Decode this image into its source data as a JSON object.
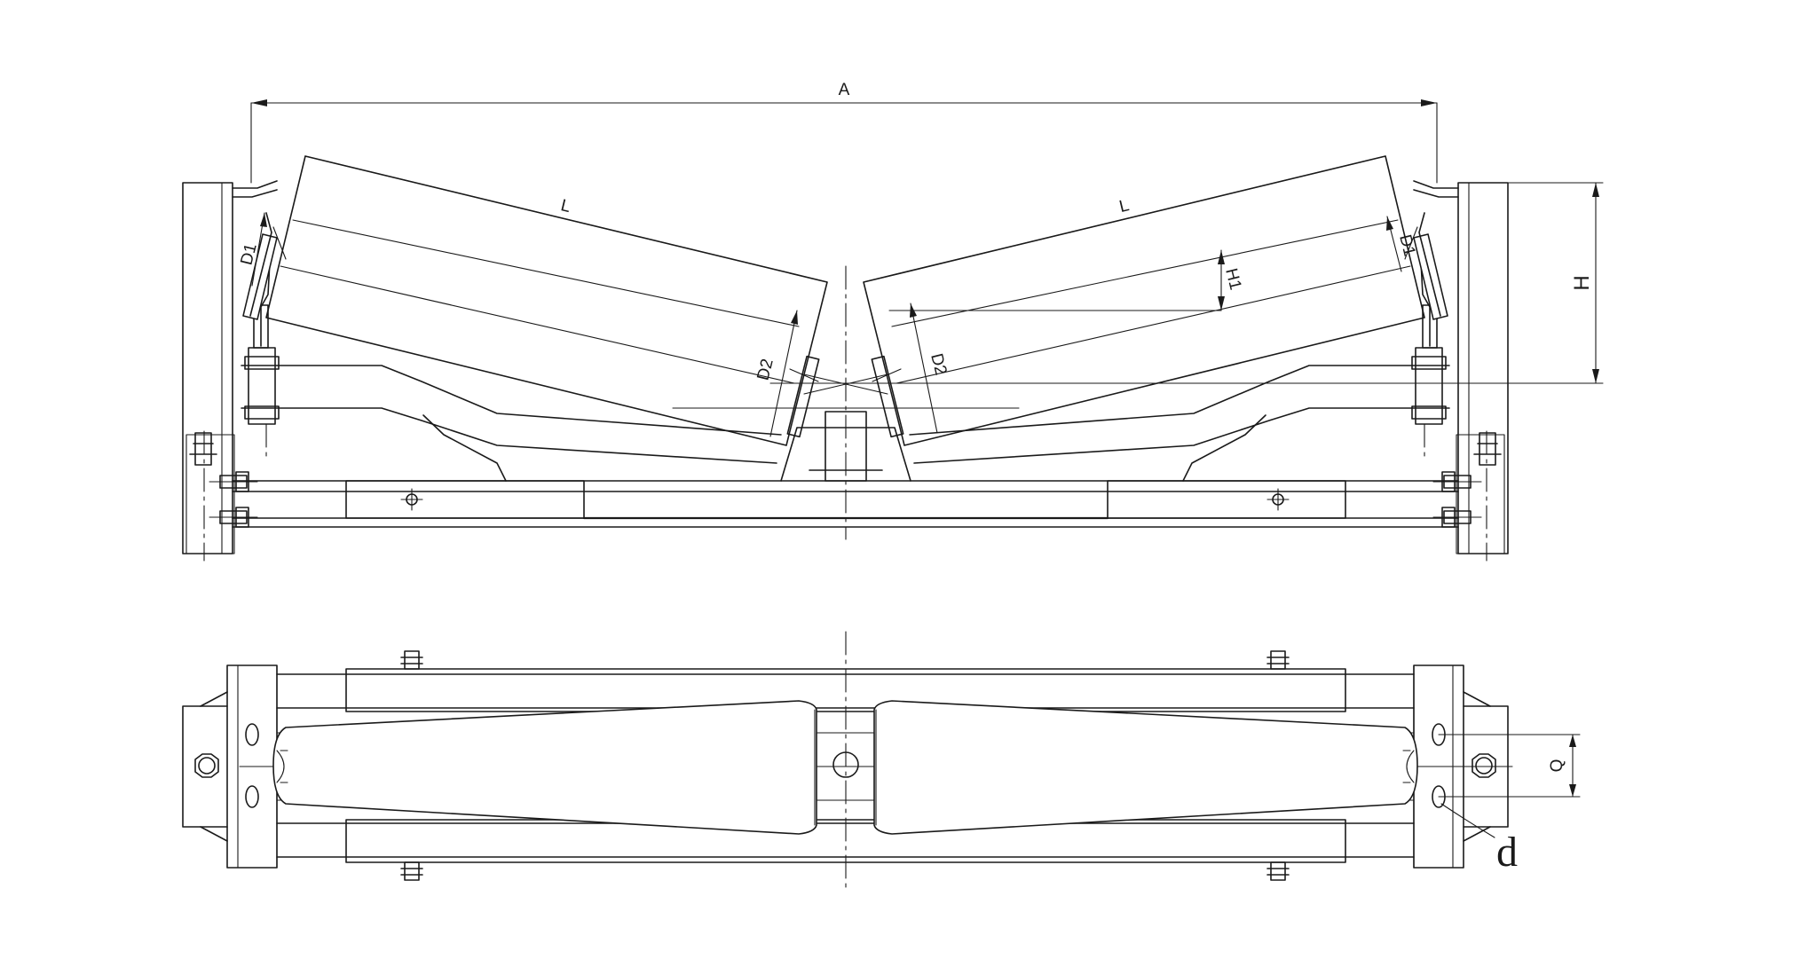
{
  "drawing": {
    "dimensions": {
      "overall_width": "A",
      "height": "H",
      "roller_length": "L",
      "roller_diameter_outer": "D1",
      "roller_diameter_inner": "D2",
      "offset": "H1",
      "hole_spacing": "Q",
      "hole": "d"
    }
  }
}
